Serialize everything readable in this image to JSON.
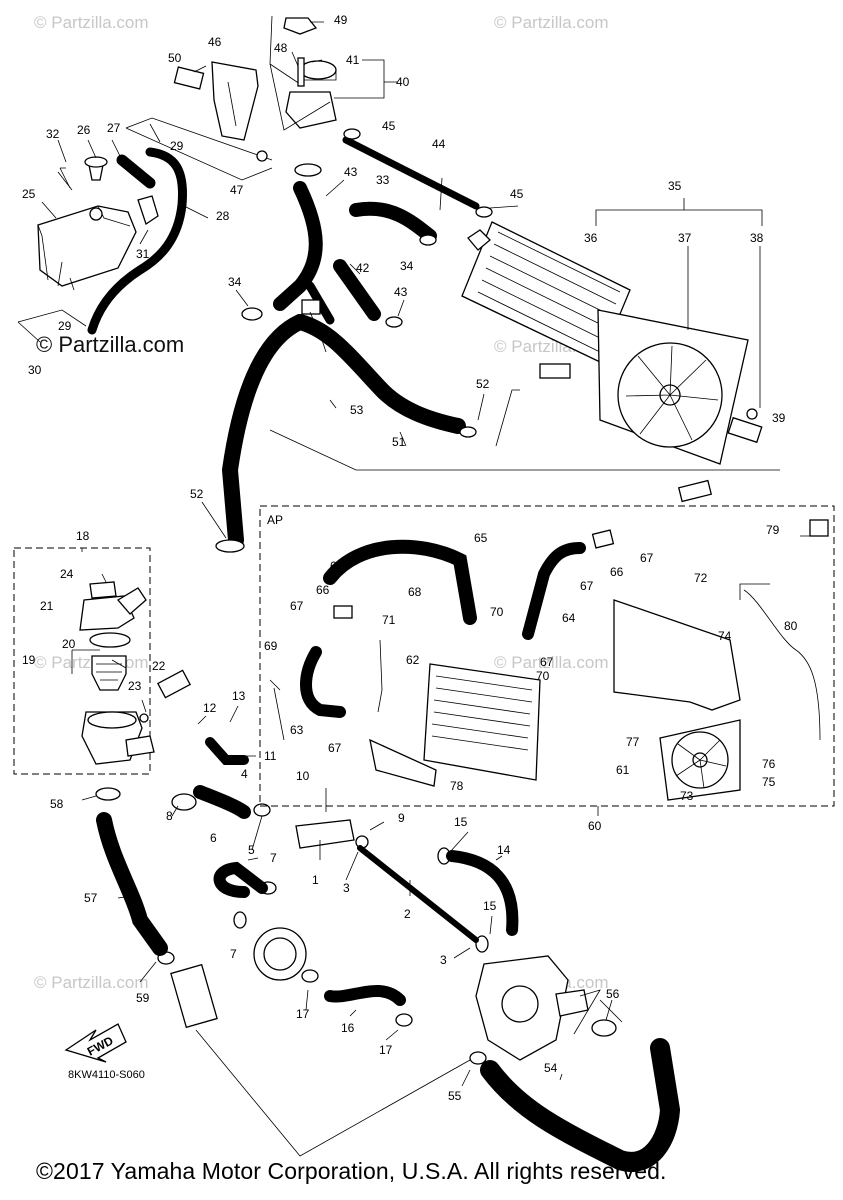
{
  "watermark": {
    "text": "© Partzilla.com",
    "strong_text": "© Partzilla.com"
  },
  "assembly_label": "AP",
  "drawing_code": "8KW4110-S060",
  "fwd_label": "FWD",
  "footer": "©2017 Yamaha Motor Corporation, U.S.A. All rights reserved.",
  "callouts": [
    "1",
    "2",
    "3",
    "3",
    "4",
    "5",
    "6",
    "7",
    "7",
    "8",
    "9",
    "10",
    "11",
    "12",
    "13",
    "14",
    "15",
    "15",
    "16",
    "17",
    "17",
    "18",
    "19",
    "20",
    "21",
    "22",
    "23",
    "24",
    "25",
    "26",
    "27",
    "28",
    "29",
    "29",
    "30",
    "31",
    "32",
    "33",
    "34",
    "34",
    "35",
    "36",
    "37",
    "38",
    "39",
    "40",
    "41",
    "42",
    "43",
    "43",
    "44",
    "45",
    "45",
    "46",
    "47",
    "48",
    "49",
    "50",
    "51",
    "52",
    "52",
    "53",
    "54",
    "55",
    "56",
    "57",
    "58",
    "59",
    "60",
    "61",
    "62",
    "63",
    "64",
    "65",
    "66",
    "66",
    "67",
    "67",
    "67",
    "67",
    "67",
    "67",
    "68",
    "69",
    "70",
    "70",
    "71",
    "72",
    "73",
    "74",
    "75",
    "76",
    "77",
    "78",
    "79",
    "80"
  ],
  "colors": {
    "line": "#000000",
    "watermark": "#c7c7c7",
    "background": "#ffffff"
  }
}
